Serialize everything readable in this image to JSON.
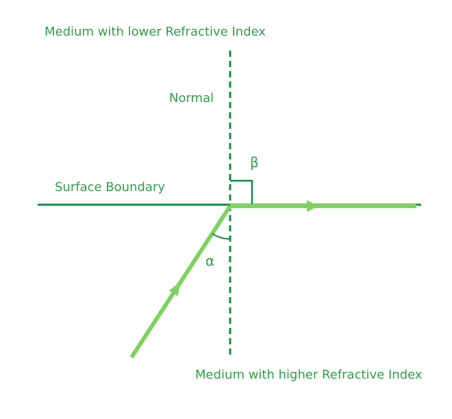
{
  "diagram": {
    "labels": {
      "upper_medium": "Medium with lower Refractive Index",
      "normal": "Normal",
      "surface_boundary": "Surface Boundary",
      "refraction_angle": "β",
      "incidence_angle": "α",
      "lower_medium": "Medium with higher Refractive Index"
    },
    "colors": {
      "background": "#ffffff",
      "label_text": "#2f9e49",
      "line_dark_green": "#0f8a43",
      "ray_light_green": "#7ed35f"
    }
  }
}
